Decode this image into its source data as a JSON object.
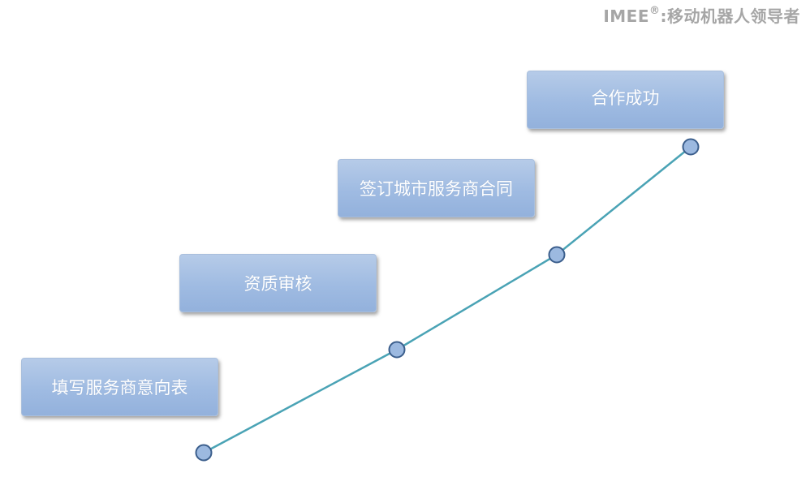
{
  "header": {
    "brand_name": "IMEE",
    "brand_mark": "®",
    "brand_tagline": ":移动机器人领导者"
  },
  "diagram": {
    "steps": [
      {
        "label": "填写服务商意向表"
      },
      {
        "label": "资质审核"
      },
      {
        "label": "签订城市服务商合同"
      },
      {
        "label": "合作成功"
      }
    ],
    "colors": {
      "box_fill": "#9fbbe2",
      "connector_line": "#4aa3b5",
      "node_fill": "#9cb9e0",
      "node_stroke": "#3b5e8c",
      "brand_text": "#a6a6a6"
    }
  }
}
